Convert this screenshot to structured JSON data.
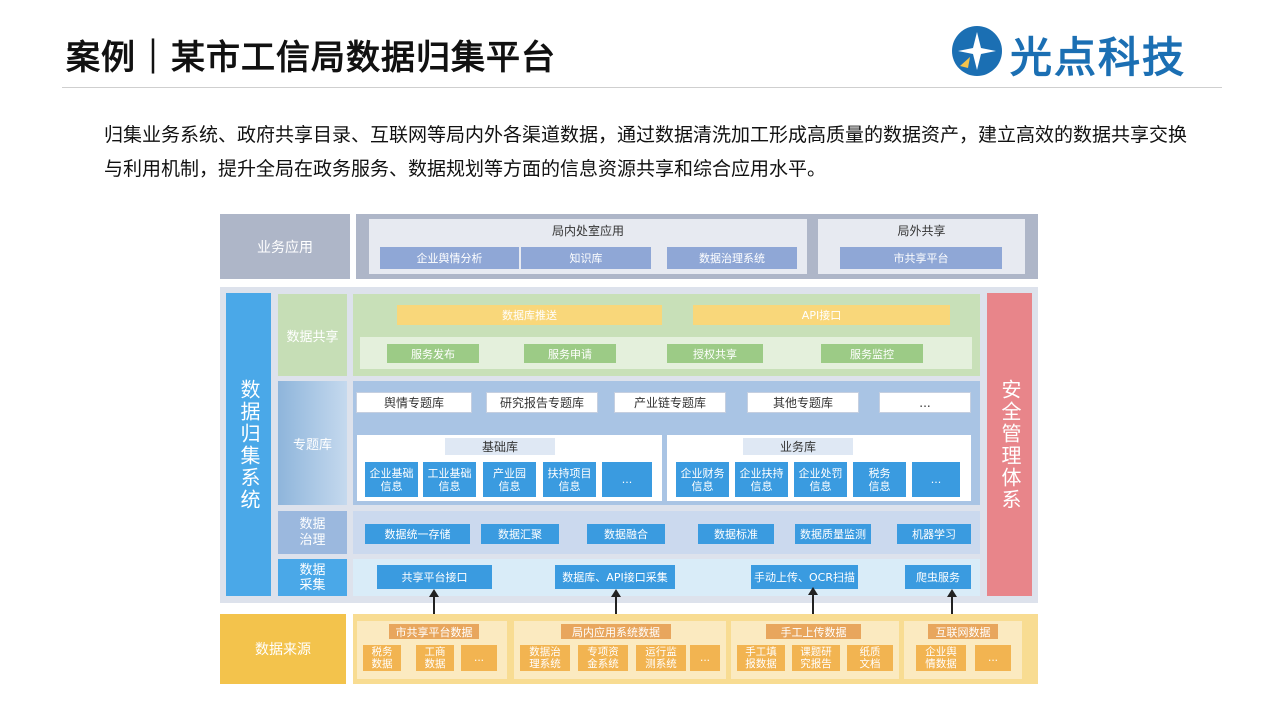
{
  "title": "案例｜某市工信局数据归集平台",
  "logo_text": "光点科技",
  "intro": "归集业务系统、政府共享目录、互联网等局内外各渠道数据，通过数据清洗加工形成高质量的数据资产，建立高效的数据共享交换与利用机制，提升全局在政务服务、数据规划等方面的信息资源共享和综合应用水平。",
  "biz": {
    "label": "业务应用",
    "internal": {
      "title": "局内处室应用",
      "items": [
        "企业舆情分析",
        "知识库",
        "数据治理系统"
      ]
    },
    "external": {
      "title": "局外共享",
      "items": [
        "市共享平台"
      ]
    }
  },
  "left_col": "数据归集系统",
  "right_col": "安全管理体系",
  "share": {
    "label": "数据共享",
    "top": [
      "数据库推送",
      "API接口"
    ],
    "bottom": [
      "服务发布",
      "服务申请",
      "授权共享",
      "服务监控"
    ]
  },
  "topic": {
    "label": "专题库",
    "items": [
      "舆情专题库",
      "研究报告专题库",
      "产业链专题库",
      "其他专题库",
      "..."
    ],
    "base": {
      "title": "基础库",
      "items": [
        "企业基础\n信息",
        "工业基础\n信息",
        "产业园\n信息",
        "扶持项目\n信息",
        "..."
      ]
    },
    "biz": {
      "title": "业务库",
      "items": [
        "企业财务\n信息",
        "企业扶持\n信息",
        "企业处罚\n信息",
        "税务\n信息",
        "..."
      ]
    }
  },
  "gov": {
    "label": "数据\n治理",
    "items": [
      "数据统一存储",
      "数据汇聚",
      "数据融合",
      "数据标准",
      "数据质量监测",
      "机器学习"
    ]
  },
  "collect": {
    "label": "数据\n采集",
    "items": [
      "共享平台接口",
      "数据库、API接口采集",
      "手动上传、OCR扫描",
      "爬虫服务"
    ]
  },
  "source": {
    "label": "数据来源",
    "groups": [
      {
        "title": "市共享平台数据",
        "items": [
          "税务\n数据",
          "工商\n数据",
          "..."
        ]
      },
      {
        "title": "局内应用系统数据",
        "items": [
          "数据治\n理系统",
          "专项资\n金系统",
          "运行监\n测系统",
          "..."
        ]
      },
      {
        "title": "手工上传数据",
        "items": [
          "手工填\n报数据",
          "课题研\n究报告",
          "纸质\n文档"
        ]
      },
      {
        "title": "互联网数据",
        "items": [
          "企业舆\n情数据",
          "..."
        ]
      }
    ]
  },
  "colors": {
    "grey": "#aeb6c8",
    "blue": "#4aa8e8",
    "red": "#e8858a",
    "yellow": "#f3c34c",
    "green": "#c8e0b8"
  }
}
